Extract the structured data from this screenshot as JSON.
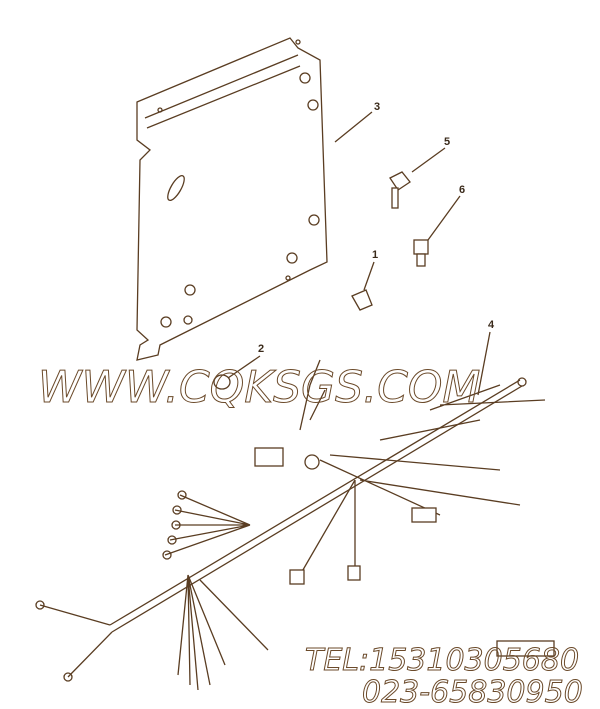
{
  "callouts": {
    "c1": "1",
    "c2": "2",
    "c3": "3",
    "c4": "4",
    "c5": "5",
    "c6": "6"
  },
  "watermark": {
    "site": "WWW.CQKSGS.COM",
    "tel": "TEL:15310305680",
    "phone2": "023-65830950"
  },
  "colors": {
    "line": "#5a3d22",
    "watermark": "#6b4a2a"
  }
}
